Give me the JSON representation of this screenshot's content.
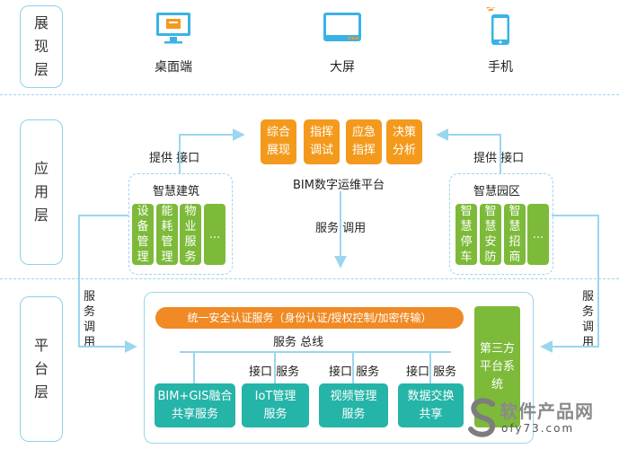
{
  "layers": {
    "presentation": "展现层",
    "application": "应用层",
    "platform": "平台层"
  },
  "devices": {
    "desktop": "桌面端",
    "bigscreen": "大屏",
    "mobile": "手机"
  },
  "app_modules": [
    "综合展现",
    "指挥调试",
    "应急指挥",
    "决策分析"
  ],
  "bim_platform": "BIM数字运维平台",
  "provide_interface": "提供 接口",
  "service_call_h": "服务 调用",
  "service_call_v": "服务调用",
  "smart_building": {
    "title": "智慧建筑",
    "items": [
      "设备管理",
      "能耗管理",
      "物业服务",
      "..."
    ]
  },
  "smart_park": {
    "title": "智慧园区",
    "items": [
      "智慧停车",
      "智慧安防",
      "智慧招商",
      "..."
    ]
  },
  "auth_service": "统一安全认证服务（身份认证/授权控制/加密传输）",
  "service_bus": "服务 总线",
  "interface_service": "接口 服务",
  "third_party": "第三方平台系统",
  "platform_services": [
    {
      "line1": "BIM+GIS融合",
      "line2": "共享服务"
    },
    {
      "line1": "IoT管理",
      "line2": "服务"
    },
    {
      "line1": "视频管理",
      "line2": "服务"
    },
    {
      "line1": "数据交换",
      "line2": "共享"
    }
  ],
  "watermark": {
    "text": "软件产品网",
    "sub": "ofy73.com"
  },
  "colors": {
    "orange": "#f39a1d",
    "green": "#7dba3a",
    "teal": "#25b4a8",
    "auth": "#f08a24",
    "line": "#9ad6ee",
    "icon": "#f39a1d",
    "icon_frame": "#39b3e6"
  }
}
